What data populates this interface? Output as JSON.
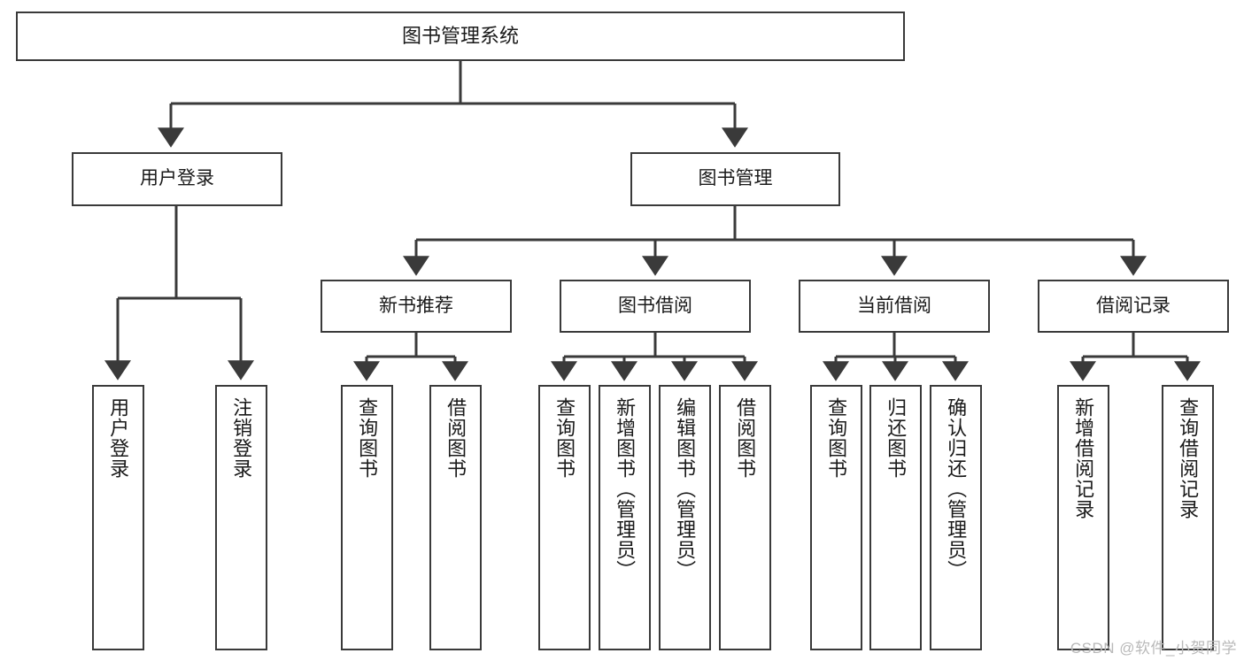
{
  "diagram": {
    "title": "图书管理系统",
    "root": {
      "label": "图书管理系统"
    },
    "level1": [
      {
        "label": "用户登录"
      },
      {
        "label": "图书管理"
      }
    ],
    "level2": [
      {
        "label": "新书推荐"
      },
      {
        "label": "图书借阅"
      },
      {
        "label": "当前借阅"
      },
      {
        "label": "借阅记录"
      }
    ],
    "leaves": {
      "user_login": [
        {
          "label": "用户登录"
        },
        {
          "label": "注销登录"
        }
      ],
      "new_book_recommend": [
        {
          "label": "查询图书"
        },
        {
          "label": "借阅图书"
        }
      ],
      "book_borrow": [
        {
          "label": "查询图书"
        },
        {
          "label": "新增图书（管理员）"
        },
        {
          "label": "编辑图书（管理员）"
        },
        {
          "label": "借阅图书"
        }
      ],
      "current_borrow": [
        {
          "label": "查询图书"
        },
        {
          "label": "归还图书"
        },
        {
          "label": "确认归还（管理员）"
        }
      ],
      "borrow_record": [
        {
          "label": "新增借阅记录"
        },
        {
          "label": "查询借阅记录"
        }
      ]
    }
  },
  "watermark": {
    "text": "CSDN @软件_小贺同学"
  },
  "colors": {
    "stroke": "#3a3a3a",
    "background": "#ffffff",
    "text": "#1a1a1a",
    "watermark": "#b9b9b9"
  }
}
